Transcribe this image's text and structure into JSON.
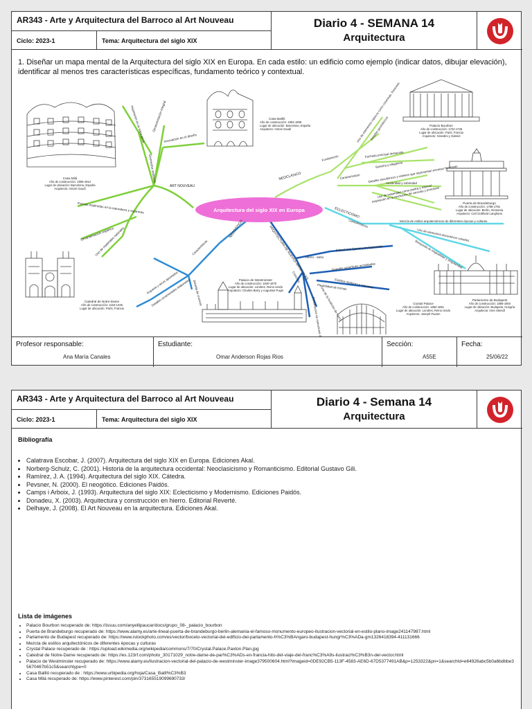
{
  "header": {
    "course": "AR343 - Arte y Arquitectura del Barroco al Art Nouveau",
    "cycle": "Ciclo: 2023-1",
    "tema": "Tema: Arquitectura del siglo XIX",
    "title_p1": "Diario 4  -  SEMANA 14",
    "title_p2": "Diario 4 - Semana 14",
    "subtitle": "Arquitectura",
    "logo_icon": "upc-logo-icon"
  },
  "instruction": "1.   Diseñar un mapa mental de la Arquitectura del siglo XIX en Europa.  En cada estilo: un edificio como ejemplo (indicar datos, dibujar elevación), identificar al menos tres características específicas, fundamento teórico y contextual.",
  "mindmap": {
    "center": "Arquitectura del siglo XIX en Europa",
    "colors": {
      "center_fill": "#ee6fd7",
      "art_nouveau": "#7ecf3a",
      "neoclasico": "#a9e26a",
      "eclecticismo": "#5fd6e6",
      "neogotico": "#2f8bd3",
      "hierro": "#1e5fb4"
    },
    "branches": {
      "art_nouveau": "ART NOUVEAU",
      "neoclasico": "NEOCLÁSICO",
      "eclecticismo": "ECLECTICISMO",
      "neogotico": "NEOGÓTICO",
      "hierro": "ARQUITECTURA DE NUEVOS MATERIALES"
    },
    "nouveau_items": [
      "Innovación en el diseño",
      "Inspiración en la naturaleza",
      "Ornamentación integral",
      "Geometría ondulada",
      "Formas inspiradas en la naturaleza y orgánicas",
      "Ornamentación orgánica",
      "Uso de materiales naturales"
    ],
    "neo_items": [
      "Fundamento",
      "Características",
      "Uso de elementos clásicos como columnas, frontones",
      "Detalles geométricos",
      "Fachada principal destacada",
      "Simetría y elegancia",
      "Detalles escultóricos y relieves que representan escenas históricas",
      "Austeridad y sobriedad",
      "Uso de materiales como piedra y mármol",
      "Inspiración en la revolución de ciencias y principios"
    ],
    "eclect_items": [
      "Características",
      "Mezcla de estilos arquitectónicos de diferentes épocas y culturas",
      "Uso de elementos decorativos variados",
      "Búsqueda de originalidad y singularidad"
    ],
    "gotico_items": [
      "Características",
      "Arquería y arcos apuntados",
      "Bóveda de crucería",
      "Detalles ornamentales elaborados"
    ],
    "hierro_items": [
      "Hierro - vidrio",
      "Estructuras ligeras y transparentes",
      "Grandes superficies acristaladas",
      "Estética moderna e industrial",
      "Flexibilidad de formas",
      "Concreto",
      "Construcción de estructuras de gran tamaño",
      "Uso de la fundición de hierro"
    ],
    "buildings": {
      "mila": {
        "name": "Casa Milá",
        "l1": "Año de construcción: 1906-1912",
        "l2": "Lugar de ubicación: Barcelona, España",
        "l3": "Arquitecto: Antoni Gaudí"
      },
      "batllo": {
        "name": "Casa Batlló",
        "l1": "Año de construcción: 1904-1906",
        "l2": "Lugar de ubicación: Barcelona, España",
        "l3": "Arquitecto: Antoni Gaudí"
      },
      "bourbon": {
        "name": "Palacio Bourbon",
        "l1": "Año de construcción: 1722-1728",
        "l2": "Lugar de ubicación: París, Francia",
        "l3": "Arquitecto: Girardini y Gabriel"
      },
      "brandenburgo": {
        "name": "Puerta de Brandeburgo",
        "l1": "Año de construcción: 1788-1791",
        "l2": "Lugar de ubicación: Berlín, Alemania",
        "l3": "Arquitecto: Carl Gotthard Langhans"
      },
      "budapest": {
        "name": "Parlamento de Budapest",
        "l1": "Año de construcción: 1885-1904",
        "l2": "Lugar de ubicación: Budapest, Hungría",
        "l3": "Arquitecto: Imre Steindl"
      },
      "notre": {
        "name": "Catedral de Notre-Dame",
        "l1": "Año de construcción: 1163-1345",
        "l2": "Lugar de ubicación: París, Francia",
        "l3": ""
      },
      "westminster": {
        "name": "Palacio de Westminster",
        "l1": "Año de construcción: 1840-1870",
        "l2": "Lugar de ubicación: Londres, Reino Unido",
        "l3": "Arquitecto: Charles Barry y Augustus Pugin"
      },
      "crystal": {
        "name": "Crystal Palace",
        "l1": "Año de construcción: 1850-1851",
        "l2": "Lugar de ubicación: Londres, Reino Unido",
        "l3": "Arquitecto: Joseph Paxton"
      }
    }
  },
  "footer": {
    "profesor_label": "Profesor responsable:",
    "profesor": "Ana María Canales",
    "estudiante_label": "Estudiante:",
    "estudiante": "Omar Anderson Rojas Rios",
    "seccion_label": "Sección:",
    "seccion": "A55E",
    "fecha_label": "Fecha:",
    "fecha": "25/06/22"
  },
  "bibliografia": {
    "title": "Bibliografía",
    "items": [
      "Calatrava Escobar, J. (2007). Arquitectura del siglo XIX en Europa. Ediciones Akal.",
      "Norberg-Schulz, C. (2001). Historia de la arquitectura occidental: Neoclasicismo y Romanticismo. Editorial Gustavo Gili.",
      "Ramírez, J. A. (1994). Arquitectura del siglo XIX. Cátedra.",
      "Pevsner, N. (2000). El neogótico. Ediciones Paidós.",
      "Camps i Arboix, J. (1993). Arquitectura del siglo XIX: Eclecticismo y Modernismo. Ediciones Paidós.",
      "Donadeu, X. (2003). Arquitectura y construcción en hierro. Editorial Reverté.",
      "Delhaye, J. (2008). El Art Nouveau en la arquitectura. Ediciones Akal."
    ]
  },
  "imagenes": {
    "title": "Lista de imágenes",
    "items": [
      "Palacio Bourbon recuperado de: https://issuu.com/anyellipaucar/docs/grupo_08-_palacio_bourbon",
      "Puerta de Brandeburgo recuperado de: https://www.alamy.es/arte-lineal-puerta-de-brandeburgo-berlin-alemania-el-famoso-monumento-europeo-ilustracion-vectorial-en-estilo-plano-image241147987.html",
      "Parlamento de Budapest recuperado de: https://www.istockphoto.com/es/vector/boceto-vectorial-del-edificio-del-parlamento-h%C3%BAngaro-budapest-hungr%C3%ADa-gm1326418394-411131666",
      "Mezcla de estilos arquitectónicos de diferentes épocas y culturas",
      "Crystal Palace recuperado de : https://upload.wikimedia.org/wikipedia/commons/7/70/Crystal.Palace.Paxton.Plan.jpg",
      "Catedral de Notre-Dame recuperado de: https://es.123rf.com/photo_30171029_notre-dame-de-par%C3%ADs-en-francia-hito-del-viaje-del-franc%C3%A9s-ilustraci%C3%B3n-del-vector.html",
      "Palacio de Westminster recuperado de: https://www.alamy.es/ilustracion-vectorial-del-palacio-de-westminster-image379500604.html?imageid=0DE92CB5-113F-4583-AE6D-67D5377491AB&p=1253322&pn=1&searchId=e64926abc5b0a6bdbbe35670467b51c5&searchtype=0",
      "Casa Batlló recuperado de : https://www.urbipedia.org/hoja/Casa_Batll%C3%B3",
      "Casa Milá recuperado de: https://www.pinterest.com/pin/373165519099690733/"
    ]
  }
}
